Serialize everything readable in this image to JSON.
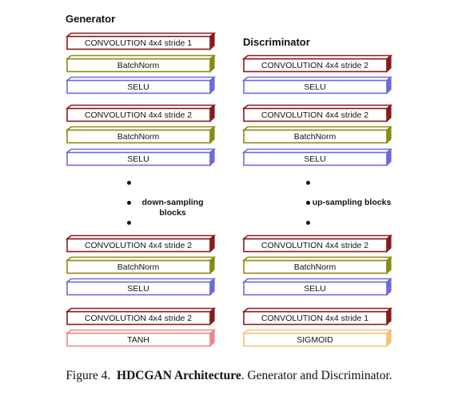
{
  "generator": {
    "title": "Generator",
    "blocks_top": [
      {
        "label": "CONVOLUTION 4x4 stride 1",
        "kind": "conv"
      },
      {
        "label": "BatchNorm",
        "kind": "bn"
      },
      {
        "label": "SELU",
        "kind": "selu"
      },
      {
        "label": "CONVOLUTION 4x4 stride 2",
        "kind": "conv"
      },
      {
        "label": "BatchNorm",
        "kind": "bn"
      },
      {
        "label": "SELU",
        "kind": "selu"
      }
    ],
    "gap_label": "down-sampling blocks",
    "blocks_bottom": [
      {
        "label": "CONVOLUTION 4x4 stride 2",
        "kind": "conv"
      },
      {
        "label": "BatchNorm",
        "kind": "bn"
      },
      {
        "label": "SELU",
        "kind": "selu"
      },
      {
        "label": "CONVOLUTION 4x4 stride 2",
        "kind": "conv"
      },
      {
        "label": "TANH",
        "kind": "tanh"
      }
    ]
  },
  "discriminator": {
    "title": "Discriminator",
    "blocks_top": [
      {
        "label": "CONVOLUTION 4x4 stride 2",
        "kind": "conv"
      },
      {
        "label": "SELU",
        "kind": "selu"
      },
      {
        "label": "CONVOLUTION 4x4 stride 2",
        "kind": "conv"
      },
      {
        "label": "BatchNorm",
        "kind": "bn"
      },
      {
        "label": "SELU",
        "kind": "selu"
      }
    ],
    "gap_label": "up-sampling blocks",
    "blocks_bottom": [
      {
        "label": "CONVOLUTION 4x4 stride 2",
        "kind": "conv"
      },
      {
        "label": "BatchNorm",
        "kind": "bn"
      },
      {
        "label": "SELU",
        "kind": "selu"
      },
      {
        "label": "CONVOLUTION 4x4 stride 1",
        "kind": "conv"
      },
      {
        "label": "SIGMOID",
        "kind": "sigmoid"
      }
    ]
  },
  "colors": {
    "conv": "#8b1a1a",
    "bn": "#8a8a10",
    "selu": "#6b6bde",
    "tanh": "#e8898a",
    "sigmoid": "#f2c27a"
  },
  "caption": {
    "prefix": "Figure 4.",
    "bold": "HDCGAN Architecture",
    "rest": ". Generator and Discriminator."
  }
}
